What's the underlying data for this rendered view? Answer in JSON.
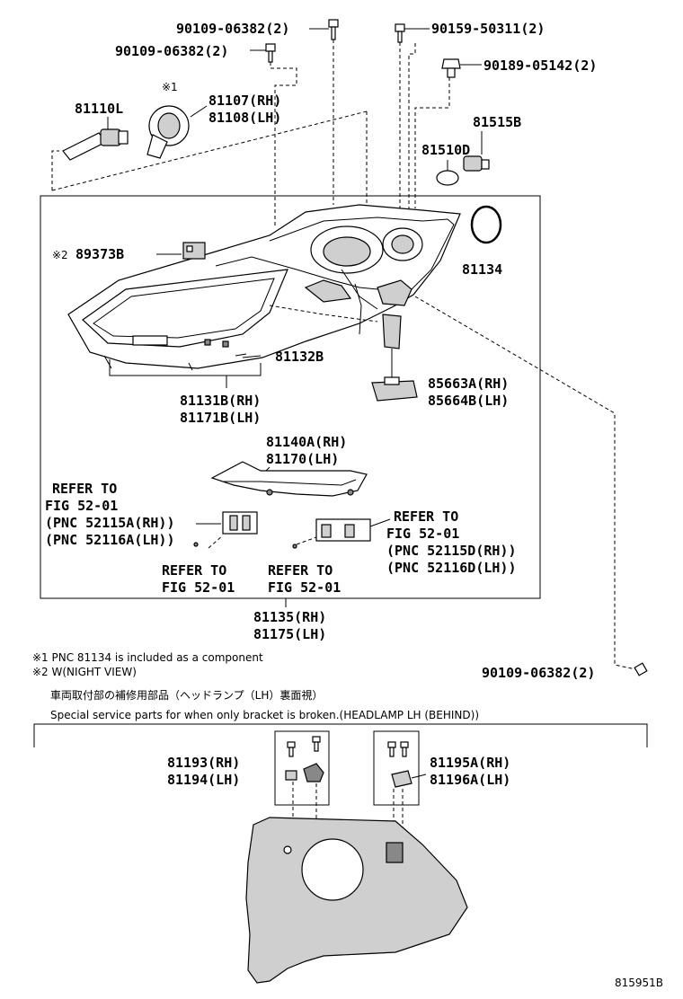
{
  "labels": {
    "bolt_top_left": "90109-06382(2)",
    "bolt_left": "90109-06382(2)",
    "screw_top_right": "90159-50311(2)",
    "clip_right": "90189-05142(2)",
    "bulb": "81110L",
    "note1_mark": "※1",
    "socket_rh": "81107(RH)",
    "socket_lh": "81108(LH)",
    "part_81515b": "81515B",
    "part_81510d": "81510D",
    "part_89373b": "89373B",
    "note2_mark": "※2",
    "part_81134": "81134",
    "part_81132b": "81132B",
    "ballast_rh": "85663A(RH)",
    "ballast_lh": "85664B(LH)",
    "lens_rh": "81131B(RH)",
    "lens_lh": "81171B(LH)",
    "bracket_rh": "81140A(RH)",
    "bracket_lh": "81170(LH)",
    "refer1_a": "REFER TO",
    "refer1_b": "FIG 52-01",
    "refer1_c": "(PNC 52115A(RH))",
    "refer1_d": "(PNC 52116A(LH))",
    "refer2_a": "REFER TO",
    "refer2_b": "FIG 52-01",
    "refer2_c": "(PNC 52115D(RH))",
    "refer2_d": "(PNC 52116D(LH))",
    "refer3_a": "REFER TO",
    "refer3_b": "FIG 52-01",
    "refer4_a": "REFER TO",
    "refer4_b": "FIG 52-01",
    "assy_rh": "81135(RH)",
    "assy_lh": "81175(LH)",
    "bolt_bottom_right": "90109-06382(2)",
    "note1_text": "※1 PNC 81134 is included as a component",
    "note2_text": "※2 W(NIGHT VIEW)",
    "jp_caption": "車両取付部の補修用部品（ヘッドランプ（LH）裏面視）",
    "en_caption": "Special service parts for when only bracket is broken.(HEADLAMP LH (BEHIND))",
    "kit_a_rh": "81193(RH)",
    "kit_a_lh": "81194(LH)",
    "kit_b_rh": "81195A(RH)",
    "kit_b_lh": "81196A(LH)",
    "figure_id": "815951B"
  }
}
